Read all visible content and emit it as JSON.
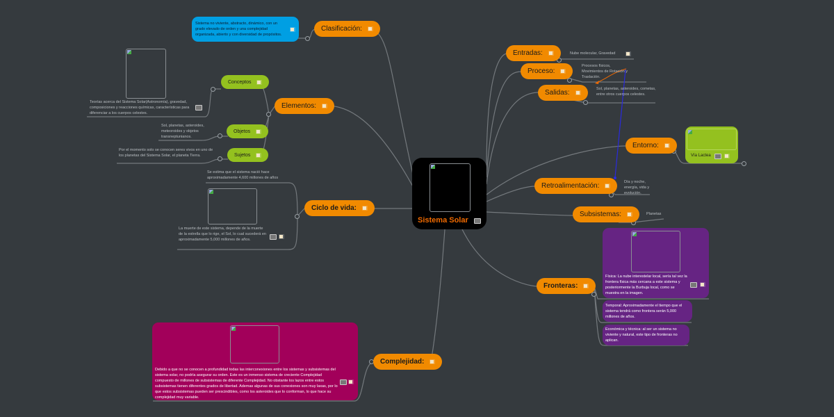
{
  "central": {
    "title": "Sistema Solar",
    "icon": "image-icon"
  },
  "left": {
    "clasificacion": {
      "label": "Clasificación:",
      "note": "Sistema no viviente, abstracto, dinámico, con un grado elevado de orden y una complejidad organizada, abierto y con diversidad de propósitos."
    },
    "elementos": {
      "label": "Elementos:",
      "children": [
        {
          "label": "Conceptos",
          "note": "Teorías acerca del Sistema Solar(Astronomía), gravedad, composiciones y reacciones químicas, características para diferenciar a los cuerpos celestes."
        },
        {
          "label": "Objetos",
          "note": "Sol, planetas, asteroides, meteoroides y objetos transneptunianos."
        },
        {
          "label": "Sujetos",
          "note": "Por el momento solo se conocen seres vivos en uno de los planetas del Sistema Solar, el planeta Tierra."
        }
      ]
    },
    "ciclo": {
      "label": "Ciclo de vida:",
      "notes": [
        "Se estima que el sistema nació hace aproximadamente 4,600 millones de años",
        "La muerte de este sistema, depende de la muerte de la estrella que lo rige, el Sol, lo cual sucederá en aproximadamente 5,000 millones de años."
      ]
    },
    "complejidad": {
      "label": "Complejidad:",
      "note": "Debido a que no se conocen a profundidad todas las interconexiones entre los sistemas y subsistemas del sistema solar, no podría asegurar su orden. Este es un inmenso sistema de creciente Complejidad compuesto de millones de subsistemas de diferente Complejidad. No obstante los lazos entre estos subsistemas tienen diferentes grados de libertad. Ademas algunas de sus conexiones son muy laxas, por lo que estos subsistemas pueden ser prescindibles, como los asteroides que lo conforman, lo que hace su complejidad muy variable."
    }
  },
  "right": {
    "entradas": {
      "label": "Entradas:",
      "note": "Nube molecular, Gravedad"
    },
    "proceso": {
      "label": "Proceso:",
      "note": "Procesos físicos, Movimientos de Rotación y Traslación."
    },
    "salidas": {
      "label": "Salidas:",
      "note": "Sol, planetas, asteroides, cometas, entre otros  cuerpos celestes."
    },
    "entorno": {
      "label": "Entorno:",
      "card": "Vía Lactea"
    },
    "retro": {
      "label": "Retroalimentación:",
      "note": "Día y noche, energía, vida y evolución."
    },
    "subsistemas": {
      "label": "Subsistemas:",
      "note": "Planetas"
    },
    "fronteras": {
      "label": "Fronteras:",
      "cards": [
        "Física: La nube interestelar local, sería tal vez la frontera física más cercana a este sistema y posteriormente la Burbuja local, como se muestra en la imagen.",
        "Temporal: Aproximadamente el tiempo que el sistema tendrá como frontera serán 5,000  millones de años.",
        "Económica y técnica: al ser un sistema no viviente y natural, este tipo de fronteras no aplican."
      ]
    }
  },
  "colors": {
    "background": "#353a3e",
    "main_topic": "#f18a00",
    "subtopic_green": "#94c11f",
    "blue_note": "#009fe3",
    "purple_card": "#662483",
    "magenta_card": "#a2005a",
    "central_text": "#f06a00"
  }
}
